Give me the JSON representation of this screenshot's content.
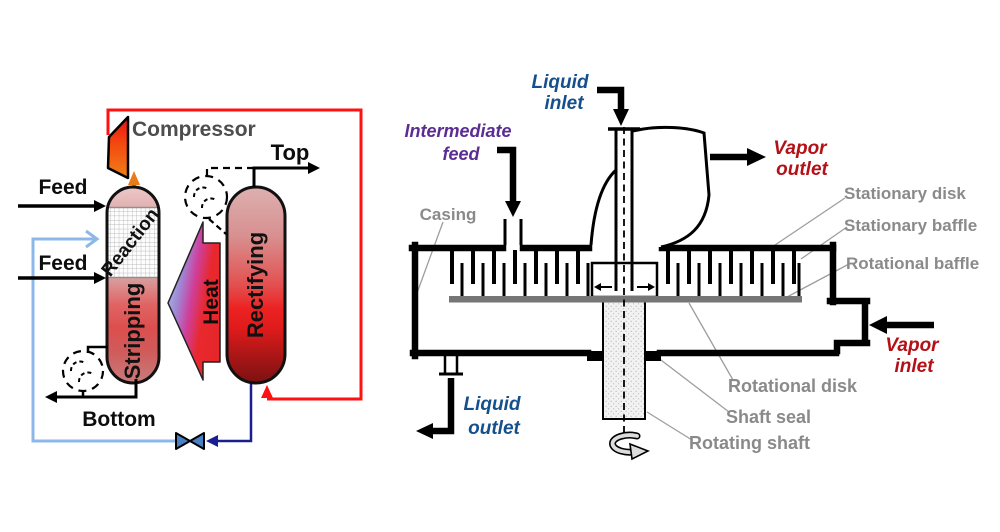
{
  "left": {
    "compressor_label": "Compressor",
    "top_label": "Top",
    "bottom_label": "Bottom",
    "feed_upper_label": "Feed",
    "feed_lower_label": "Feed",
    "reaction_label": "Reaction",
    "stripping_label": "Stripping",
    "rectifying_label": "Rectifying",
    "heat_label": "Heat",
    "colors": {
      "recycle_loop_red": "#ff1111",
      "bottoms_recycle_light_blue": "#8db7e8",
      "distillate_line_navy": "#1a1f8f",
      "compressor_inlet_orange": "#e87c1a",
      "valve_fill": "#4a80c4",
      "label_gray": "#4d4d4d"
    }
  },
  "right": {
    "liquid_inlet": {
      "line1": "Liquid",
      "line2": "inlet",
      "color": "#15508c"
    },
    "intermediate_feed": {
      "line1": "Intermediate",
      "line2": "feed",
      "color": "#5b2c92"
    },
    "vapor_outlet": {
      "line1": "Vapor",
      "line2": "outlet",
      "color": "#b41117"
    },
    "vapor_inlet": {
      "line1": "Vapor",
      "line2": "inlet",
      "color": "#b41117"
    },
    "casing_label": "Casing",
    "stationary_disk_label": "Stationary disk",
    "stationary_baffle_label": "Stationary baffle",
    "rotational_baffle_label": "Rotational baffle",
    "rotational_disk_label": "Rotational disk",
    "shaft_seal_label": "Shaft seal",
    "rotating_shaft_label": "Rotating shaft",
    "colors": {
      "label_gray": "#8a8a8a",
      "rotational_disk_bar": "#767676"
    }
  }
}
